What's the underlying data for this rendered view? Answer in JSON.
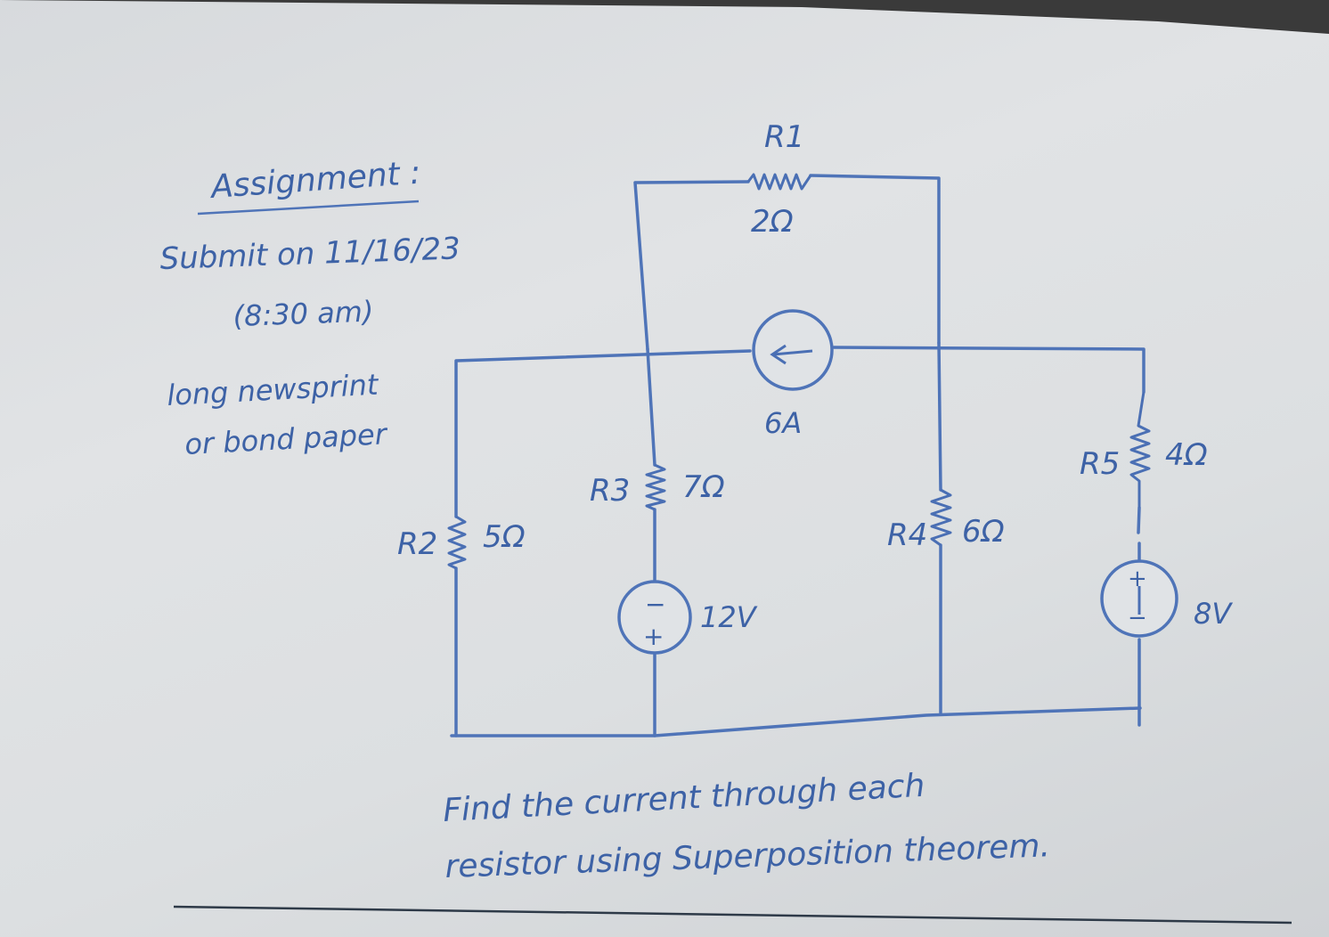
{
  "notes": {
    "assignment_heading": "Assignment :",
    "submit_line": "Submit on 11/16/23",
    "time_line": "(8:30 am)",
    "paper_line1": "long newsprint",
    "paper_line2": "or bond paper"
  },
  "components": {
    "r1": {
      "label": "R1",
      "value": "2Ω"
    },
    "r2": {
      "label": "R2",
      "value": "5Ω"
    },
    "r3": {
      "label": "R3",
      "value": "7Ω"
    },
    "r4": {
      "label": "R4",
      "value": "6Ω"
    },
    "r5": {
      "label": "R5",
      "value": "4Ω"
    },
    "current_source": {
      "value": "6A",
      "symbol": "←"
    },
    "vs_12": {
      "value": "12V",
      "top_sign": "−",
      "bottom_sign": "+"
    },
    "vs_8": {
      "value": "8V",
      "top_sign": "+",
      "bottom_sign": "−"
    }
  },
  "task": {
    "line1": "Find the current through each",
    "line2": "resistor using Superposition theorem."
  },
  "colors": {
    "ink": "#3d62a6",
    "board": "#dcdfe1",
    "frame": "#3a3a3a"
  }
}
